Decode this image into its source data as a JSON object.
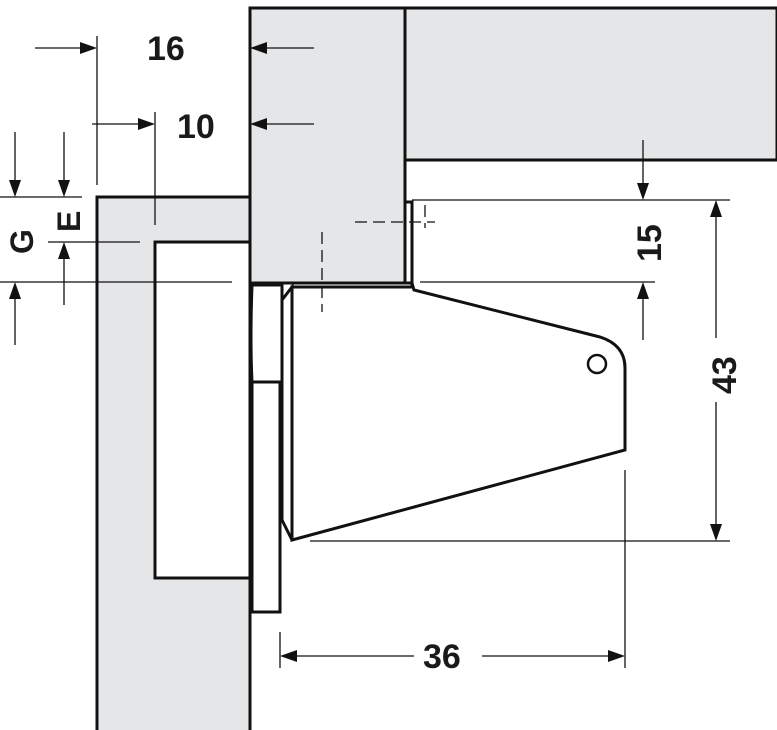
{
  "dimensions": {
    "overlay_16": "16",
    "gap_10": "10",
    "height_15": "15",
    "height_43": "43",
    "depth_36": "36"
  },
  "labels": {
    "g": "G",
    "e": "E"
  },
  "colors": {
    "panel_fill": "#e5e6e8",
    "line": "#111111",
    "background": "#ffffff"
  }
}
